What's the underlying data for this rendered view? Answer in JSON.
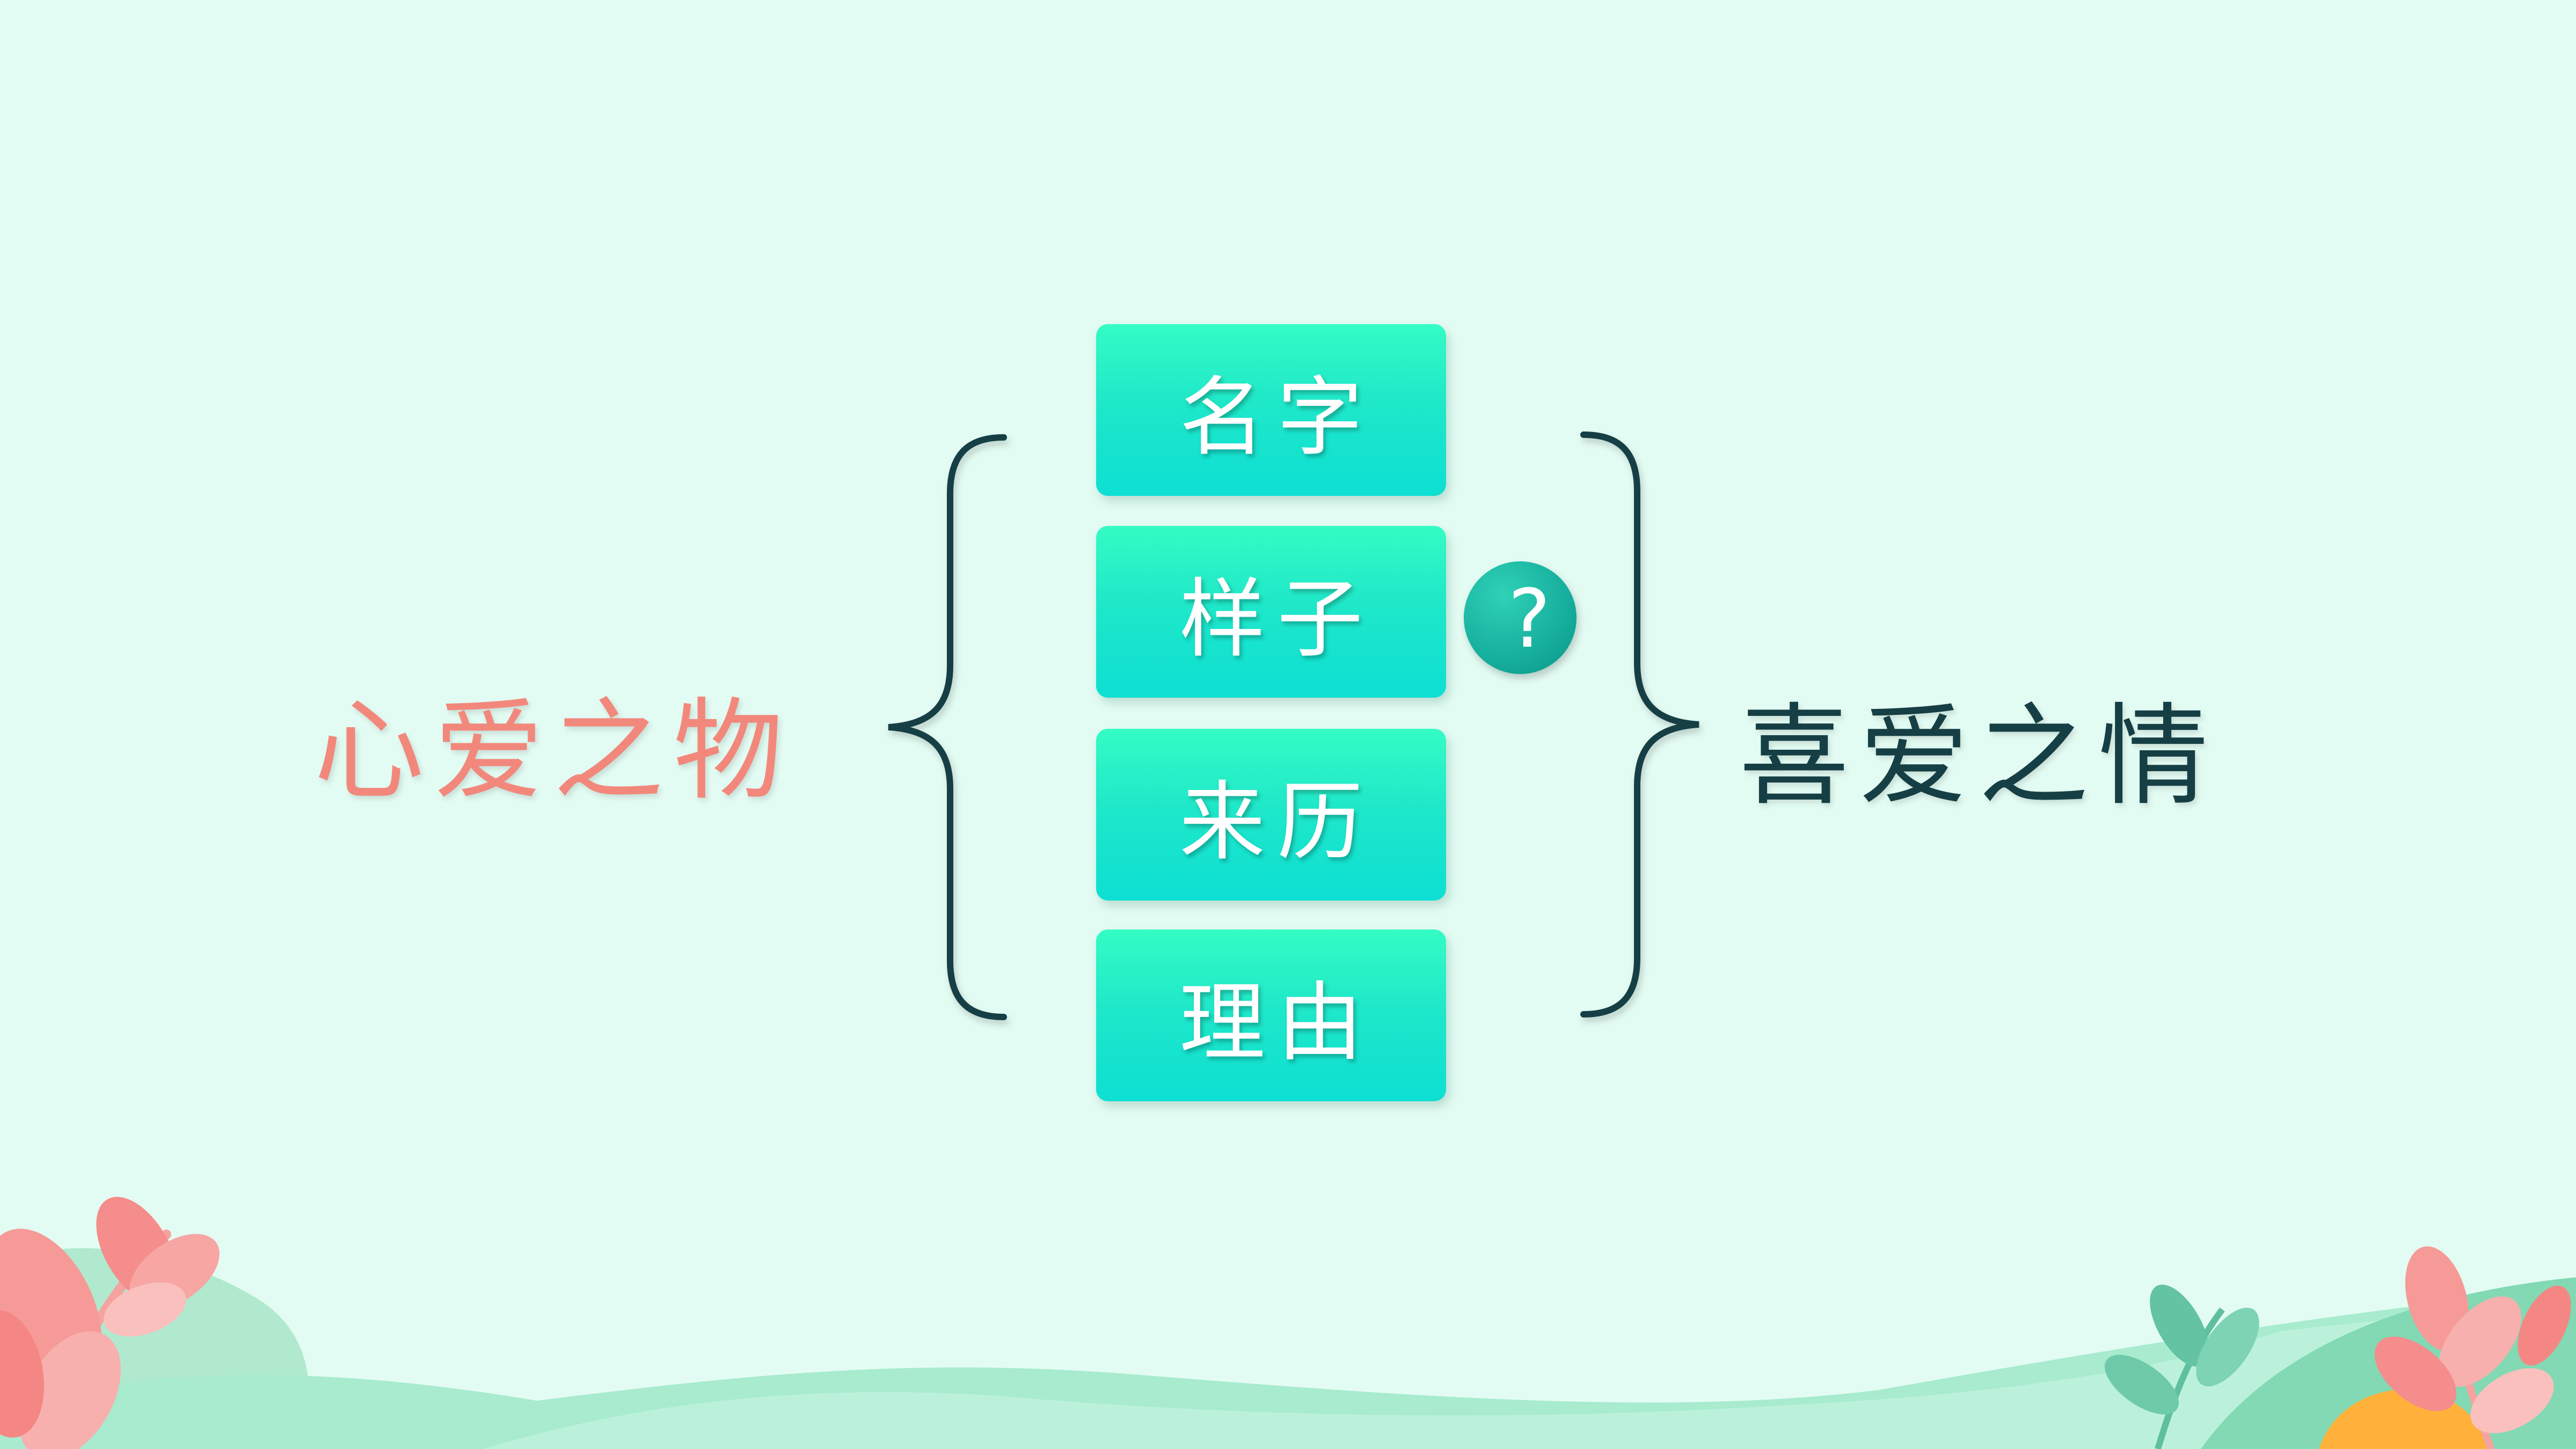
{
  "diagram": {
    "left_label": "心爱之物",
    "right_label": "喜爱之情",
    "items": [
      "名字",
      "样子",
      "来历",
      "理由"
    ],
    "question_mark": "?"
  },
  "colors": {
    "background": "#e3fcf3",
    "left_label": "#f2887c",
    "right_label": "#163f45",
    "brace": "#163f45",
    "box_gradient_top": "#34fcc4",
    "box_gradient_bottom": "#0ddfd3",
    "question_circle": "#12a898"
  },
  "icons": {
    "question": "question-mark-icon",
    "left_decoration": "leaf-branch-icon",
    "right_decoration": "leaf-branch-icon"
  }
}
